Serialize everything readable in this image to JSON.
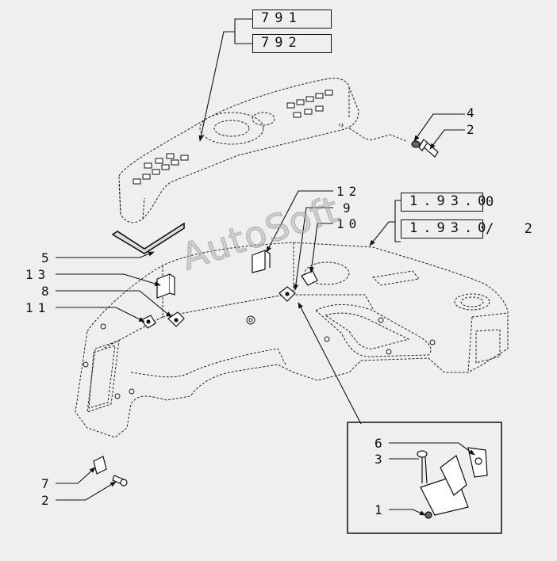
{
  "watermark": "AutoSoft",
  "boxes": {
    "b791": "791",
    "b792": "792",
    "b1930": "1.93.0",
    "b19302": "1.93.0",
    "b19302_suffix": "/  2"
  },
  "parts": {
    "p1": "1",
    "p2_bottom": "2",
    "p2_top": "2",
    "p3": "3",
    "p4": "4",
    "p5": "5",
    "p6": "6",
    "p7": "7",
    "p8": "8",
    "p9": "9",
    "p10": "10",
    "p11": "11",
    "p12": "12",
    "p13": "13"
  }
}
